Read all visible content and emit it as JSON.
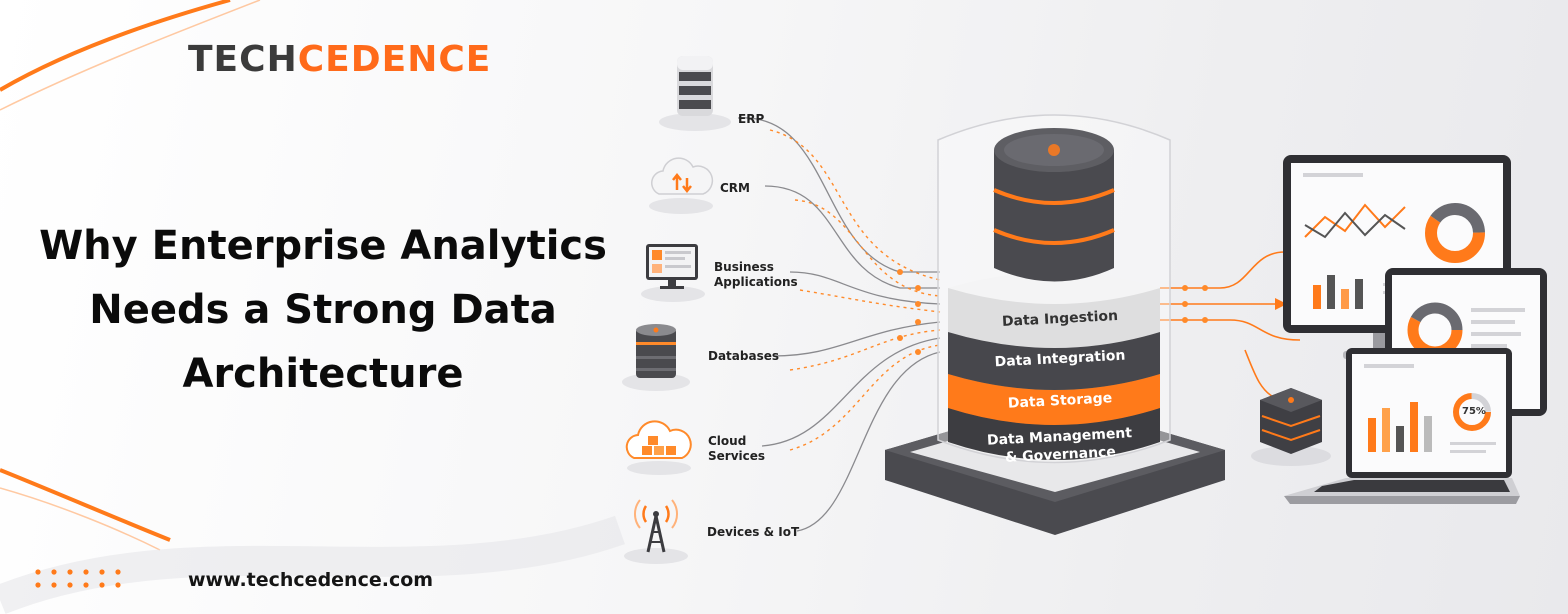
{
  "brand": {
    "logo_part1": "TECH",
    "logo_part2": "CEDENCE",
    "accent_color": "#ff6a1a",
    "dark_color": "#3b3b3b"
  },
  "headline": {
    "line1": "Why Enterprise Analytics",
    "line2": "Needs a Strong Data",
    "line3": "Architecture"
  },
  "footer": {
    "url": "www.techcedence.com"
  },
  "sources": [
    {
      "label": "ERP",
      "icon": "server-stack-icon"
    },
    {
      "label": "CRM",
      "icon": "cloud-sync-icon"
    },
    {
      "label_line1": "Business",
      "label_line2": "Applications",
      "icon": "desktop-app-icon"
    },
    {
      "label": "Databases",
      "icon": "database-icon"
    },
    {
      "label_line1": "Cloud",
      "label_line2": "Services",
      "icon": "cloud-services-icon"
    },
    {
      "label": "Devices & IoT",
      "icon": "antenna-icon"
    }
  ],
  "layers": {
    "ingestion": "Data Ingestion",
    "integration": "Data Integration",
    "storage": "Data Storage",
    "management_line1": "Data Management",
    "management_line2": "& Governance"
  },
  "dashboard": {
    "gauge_value": "75%"
  }
}
